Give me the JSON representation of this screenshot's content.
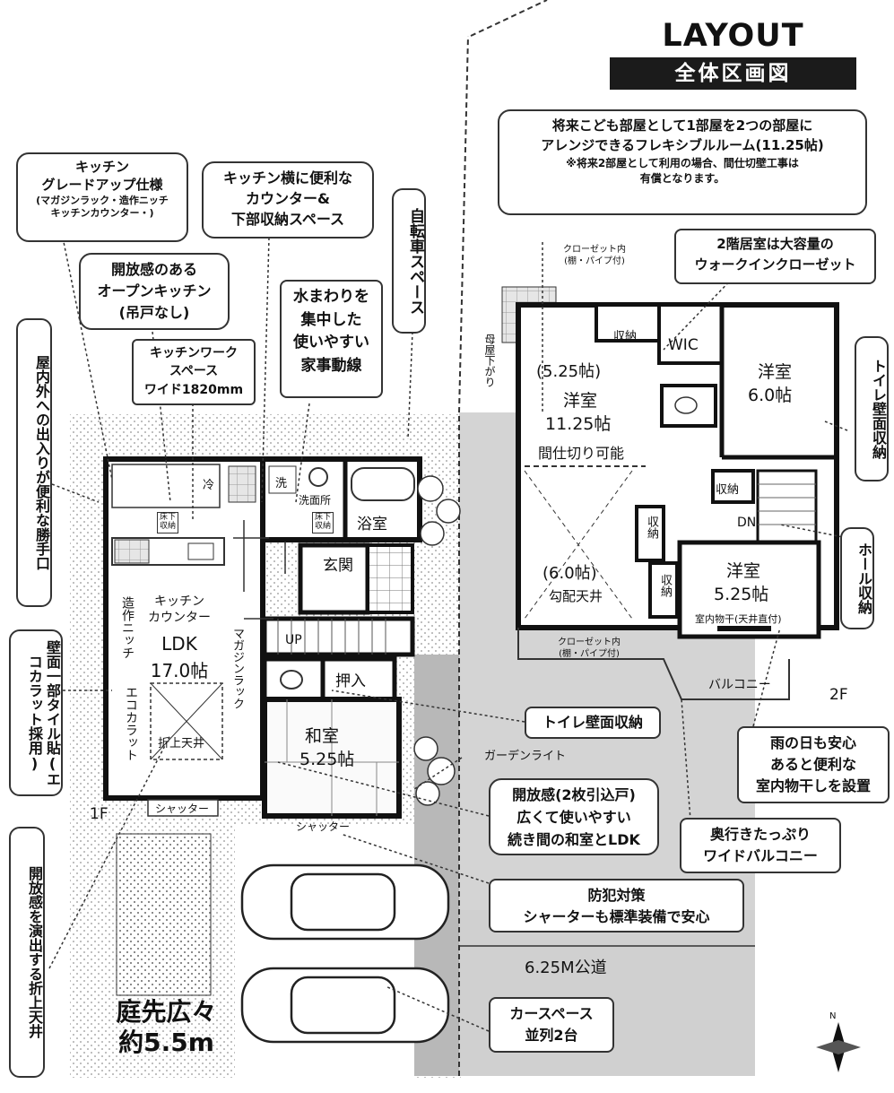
{
  "header": {
    "title": "LAYOUT PLAN",
    "subtitle": "全体区画図"
  },
  "callouts": {
    "kitchen_grade": {
      "line1": "キッチン",
      "line2": "グレードアップ仕様",
      "small1": "(マガジンラック・造作ニッチ",
      "small2": "キッチンカウンター・)"
    },
    "kitchen_counter": {
      "line1": "キッチン横に便利な",
      "line2": "カウンター&",
      "line3": "下部収納スペース"
    },
    "open_kitchen": {
      "line1": "開放感のある",
      "line2": "オープンキッチン",
      "line3": "(吊戸なし)"
    },
    "work_space": {
      "line1": "キッチンワーク",
      "line2": "スペース",
      "line3": "ワイド1820mm"
    },
    "water": {
      "line1": "水まわりを",
      "line2": "集中した",
      "line3": "使いやすい",
      "line4": "家事動線"
    },
    "bicycle": "自転車スペース",
    "flexible": {
      "line1": "将来こども部屋として1部屋を2つの部屋に",
      "line2": "アレンジできるフレキシブルルーム(11.25帖)",
      "small1": "※将来2部屋として利用の場合、間仕切壁工事は",
      "small2": "有償となります。"
    },
    "wic": {
      "line1": "2階居室は大容量の",
      "line2": "ウォークインクローゼット"
    },
    "back_door": "屋内外への出入りが便利な勝手口",
    "toilet_storage_right": "トイレ壁面収納",
    "hall_storage": "ホール収納",
    "tile": "壁面一部タイル貼",
    "ecocarat": "(エコカラット採用)",
    "toilet_storage_center": "トイレ壁面収納",
    "garden_light": "ガーデンライト",
    "japanese_room": {
      "line1": "開放感(2枚引込戸)",
      "line2": "広くて使いやすい",
      "line3": "続き間の和室とLDK"
    },
    "drying": {
      "line1": "雨の日も安心",
      "line2": "あると便利な",
      "line3": "室内物干しを設置"
    },
    "balcony": {
      "line1": "奥行きたっぷり",
      "line2": "ワイドバルコニー"
    },
    "security": {
      "line1": "防犯対策",
      "line2": "シャーターも標準装備で安心"
    },
    "ceiling": "開放感を演出する折上天井",
    "carport": {
      "line1": "カースペース",
      "line2": "並列2台"
    }
  },
  "floor1": {
    "floor_label": "1F",
    "ldk": {
      "name": "LDK",
      "size": "17.0帖"
    },
    "niche": "造作ニッチ",
    "kitchen_counter": {
      "line1": "キッチン",
      "line2": "カウンター"
    },
    "magazine_rack": "マガジンラック",
    "ecocarat": "エコカラット",
    "folded_ceiling": "折上天井",
    "shutter1": "シャッター",
    "shutter2": "シャッター",
    "washroom": "洗面所",
    "bath": "浴室",
    "entrance": "玄関",
    "up": "UP",
    "oshiire": "押入",
    "washitsu": {
      "name": "和室",
      "size": "5.25帖"
    },
    "fridge": "冷",
    "wash": "洗",
    "pantry": {
      "line1": "床下",
      "line2": "収納"
    },
    "pantry2": {
      "line1": "床下",
      "line2": "収納"
    }
  },
  "floor2": {
    "floor_label": "2F",
    "roof_note": "母屋下がり",
    "closet_top": {
      "line1": "クローゼット内",
      "line2": "(棚・パイプ付)"
    },
    "closet_bottom": {
      "line1": "クローゼット内",
      "line2": "(棚・パイプ付)"
    },
    "storage": "収納",
    "wic": "WIC",
    "youshitsu_flex": {
      "sub": "(5.25帖)",
      "name": "洋室",
      "size": "11.25帖"
    },
    "partition": "間仕切り可能",
    "sub6": "(6.0帖)",
    "slope": "勾配天井",
    "youshitsu_6": {
      "name": "洋室",
      "size": "6.0帖"
    },
    "youshitsu_525": {
      "name": "洋室",
      "size": "5.25帖"
    },
    "drying": "室内物干(天井直付)",
    "dn": "DN",
    "balcony": "バルコニー",
    "storage2": "収納",
    "storage3": "収納",
    "storage4": "収納"
  },
  "site": {
    "garden": {
      "line1": "庭先広々",
      "line2": "約5.5m"
    },
    "road": "6.25M公道"
  },
  "compass": {
    "north": "N"
  }
}
